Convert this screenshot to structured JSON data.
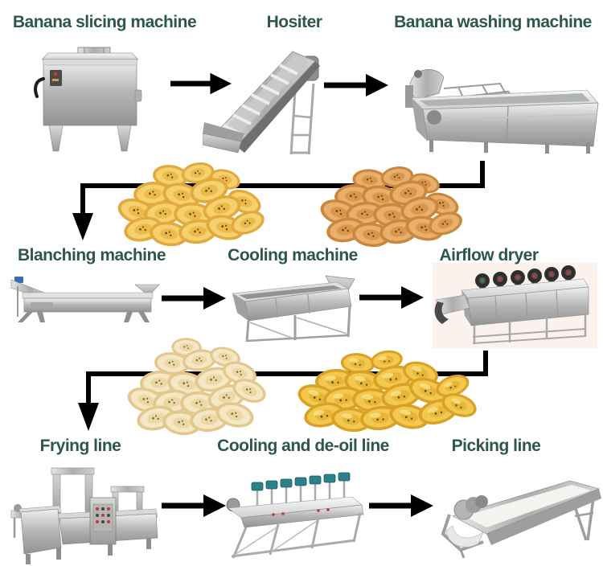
{
  "page": {
    "background": "#ffffff",
    "label_color": "#2d5746",
    "arrow_color": "#000000"
  },
  "rows": [
    {
      "steps": [
        {
          "label": "Banana slicing machine",
          "icon": "banana-slicing-machine"
        },
        {
          "label": "Hositer",
          "icon": "hoister-conveyor"
        },
        {
          "label": "Banana washing machine",
          "icon": "banana-washing-machine"
        }
      ]
    },
    {
      "steps": [
        {
          "label": "Blanching machine",
          "icon": "blanching-machine"
        },
        {
          "label": "Cooling machine",
          "icon": "cooling-machine"
        },
        {
          "label": "Airflow dryer",
          "icon": "airflow-dryer"
        }
      ]
    },
    {
      "steps": [
        {
          "label": "Frying line",
          "icon": "frying-line"
        },
        {
          "label": "Cooling and de-oil line",
          "icon": "cooling-deoil-line"
        },
        {
          "label": "Picking line",
          "icon": "picking-line"
        }
      ]
    }
  ]
}
